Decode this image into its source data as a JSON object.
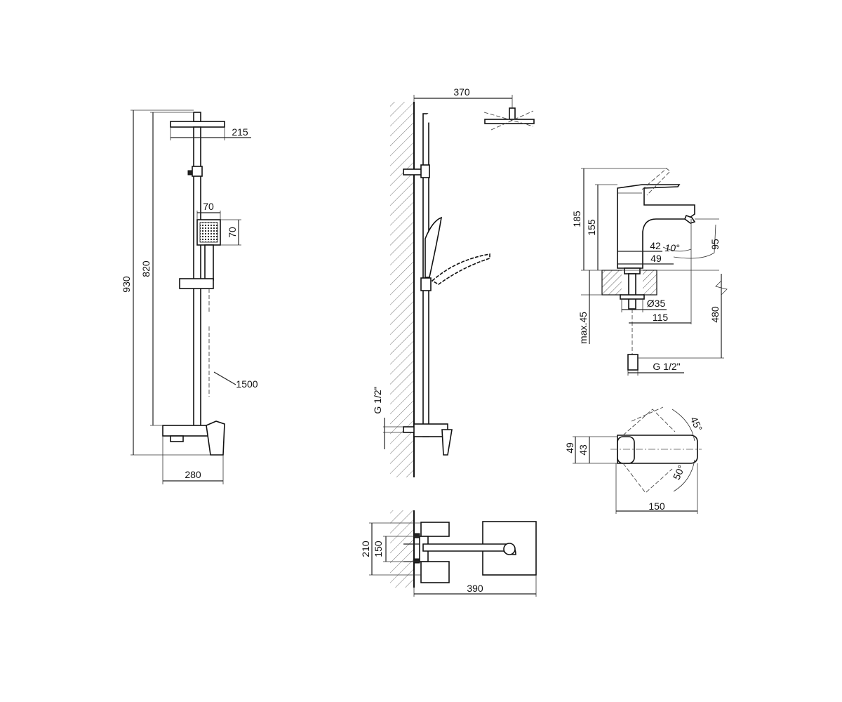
{
  "views": {
    "front": {
      "dims": {
        "total_height": "930",
        "bar_height": "820",
        "head_width": "215",
        "hand_width": "70",
        "hand_height": "70",
        "hose": "1500",
        "mixer_width": "280"
      }
    },
    "side": {
      "dims": {
        "arm_length": "370",
        "thread": "G 1/2\""
      }
    },
    "top": {
      "dims": {
        "depth": "390",
        "outer": "210",
        "inner": "150"
      }
    },
    "basin_side": {
      "dims": {
        "height": "185",
        "spout_height": "155",
        "dist_42": "42",
        "angle": "10°",
        "dist_49": "49",
        "spout_95": "95",
        "hole": "Ø35",
        "reach": "115",
        "max_thickness": "max.45",
        "hose_length": "480",
        "thread": "G 1/2\""
      }
    },
    "basin_top": {
      "dims": {
        "body_width": "43",
        "overall": "49",
        "angle_hot": "45°",
        "angle_cold": "50°",
        "length": "150"
      }
    }
  }
}
